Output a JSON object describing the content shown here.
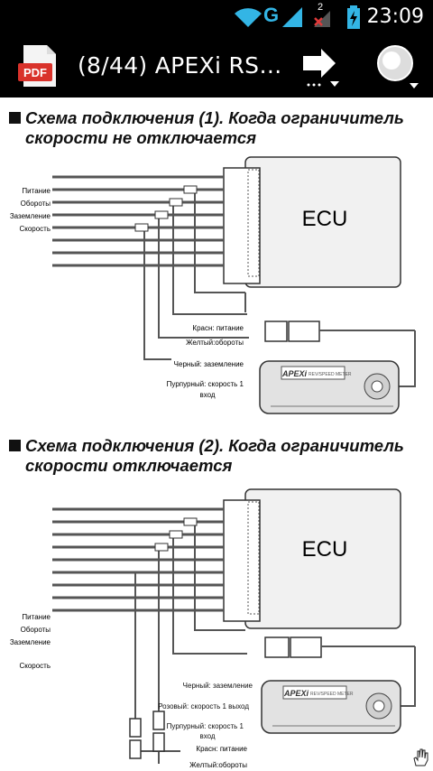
{
  "status_bar": {
    "time": "23:09",
    "network_label": "G",
    "notification_count": "2",
    "icons": [
      "wifi-icon",
      "signal-icon",
      "no-signal-icon",
      "battery-charging-icon"
    ]
  },
  "app_bar": {
    "title": "(8/44) APEXi RS…",
    "icons": [
      "pdf-app-icon",
      "forward-icon",
      "view-mode-icon"
    ]
  },
  "diagram1": {
    "heading_line1": "Схема подключения (1). Когда ограничитель",
    "heading_line2": "скорости не отключается",
    "wire_labels": [
      "Питание",
      "Обороты",
      "Заземление",
      "Скорость"
    ],
    "ecu_label": "ECU",
    "callouts": [
      "Красн: питание",
      "Желтый:обороты",
      "Черный: заземление",
      "Пурпурный: скорость 1",
      "вход"
    ],
    "meter_brand": "APEXi",
    "meter_model": "REV/SPEED METER"
  },
  "diagram2": {
    "heading_line1": "Схема подключения (2). Когда ограничитель",
    "heading_line2": "скорости отключается",
    "wire_labels": [
      "Питание",
      "Обороты",
      "Заземление",
      "Скорость"
    ],
    "ecu_label": "ECU",
    "callouts": [
      "Красн: питание",
      "Желтый:обороты",
      "Черный: заземление",
      "Розовый: скорость 1 выход",
      "Пурпурный: скорость 1",
      "вход"
    ],
    "meter_brand": "APEXi",
    "meter_model": "REV/SPEED METER"
  },
  "colors": {
    "status_bar_bg": "#000000",
    "app_bar_bg": "#000000",
    "pdf_icon": "#d9322b",
    "wifi": "#33b5e5",
    "battery": "#33b5e5"
  }
}
